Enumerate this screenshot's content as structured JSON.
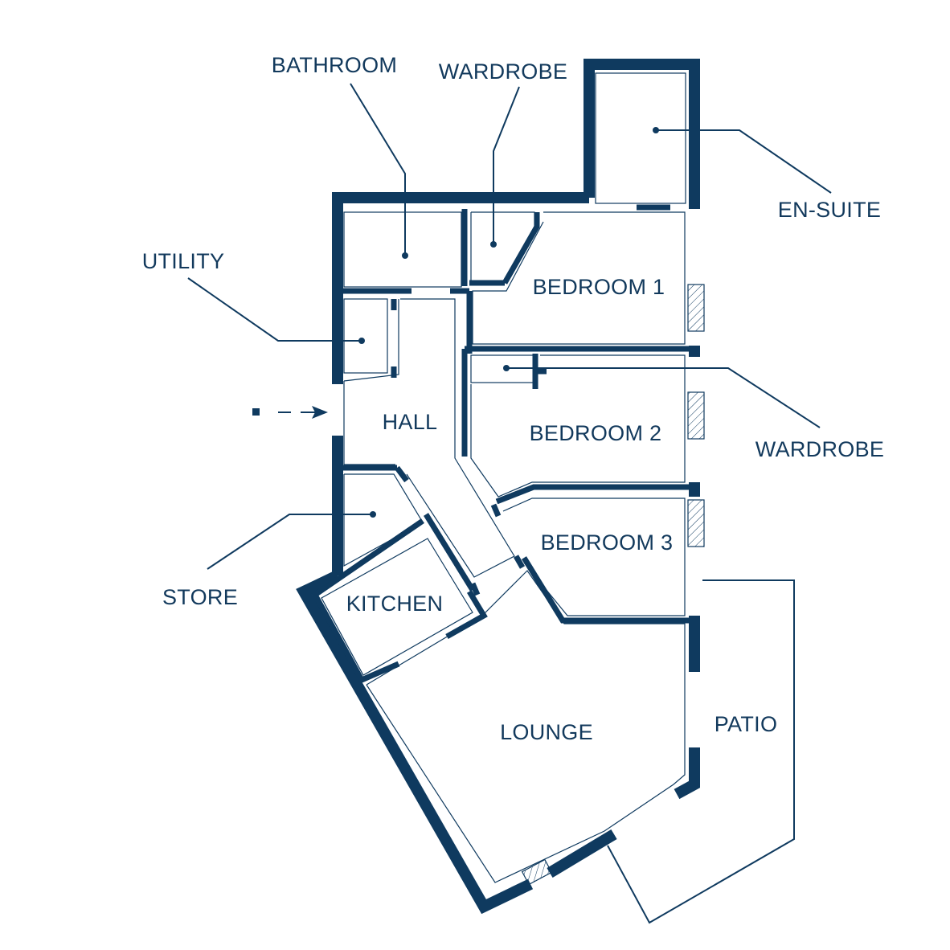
{
  "accent_color": "#0f3a5f",
  "background_color": "#ffffff",
  "labels": {
    "bathroom": "BATHROOM",
    "wardrobe_top": "WARDROBE",
    "en_suite": "EN-SUITE",
    "utility": "UTILITY",
    "bedroom1": "BEDROOM 1",
    "wardrobe_right": "WARDROBE",
    "hall": "HALL",
    "bedroom2": "BEDROOM 2",
    "store": "STORE",
    "bedroom3": "BEDROOM 3",
    "kitchen": "KITCHEN",
    "lounge": "LOUNGE",
    "patio": "PATIO"
  }
}
